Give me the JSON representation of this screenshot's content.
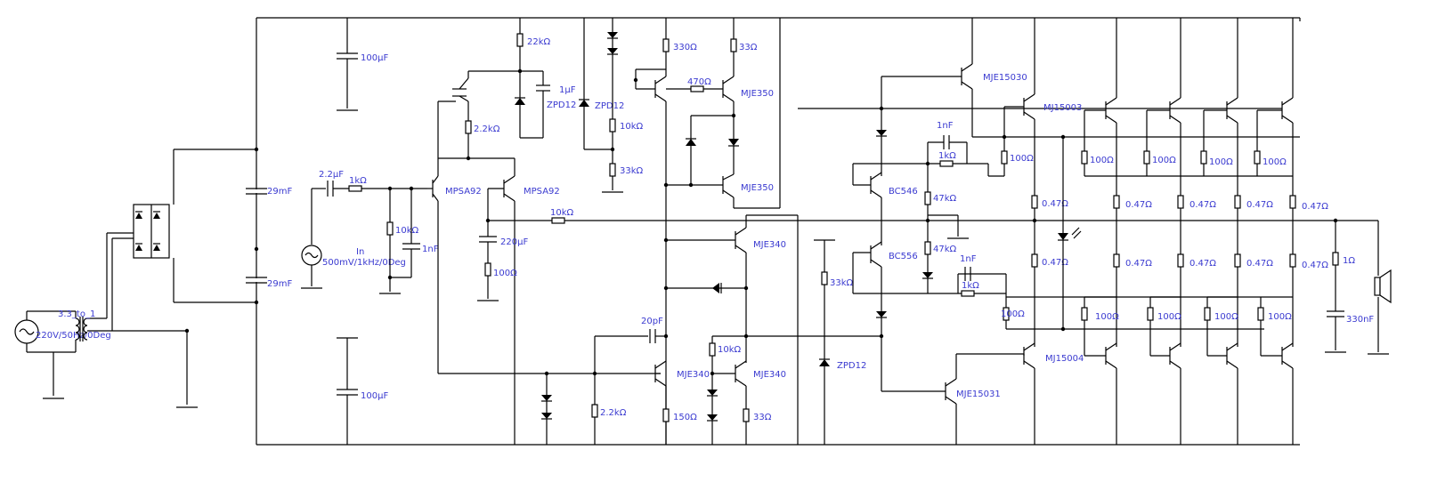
{
  "colors": {
    "label": "#3a3ad0",
    "wire": "#000000",
    "background": "#ffffff"
  },
  "labels": {
    "src_mains": "220V/50Hz/0Deg",
    "transformer": "3.3_to_1",
    "c_filter_top": "29mF",
    "c_filter_bot": "29mF",
    "c_dec_top": "100µF",
    "c_dec_bot": "100µF",
    "src_in_name": "In",
    "src_in_value": "500mV/1kHz/0Deg",
    "c_in": "2.2µF",
    "r_in": "1kΩ",
    "r_in_bias": "10kΩ",
    "c_in_filt": "1nF",
    "q_ltp1": "MPSA92",
    "q_ltp2": "MPSA92",
    "r_fb": "10kΩ",
    "c_fb": "220µF",
    "r_fb_gnd": "100Ω",
    "r_ccs_top": "22kΩ",
    "c_ccs": "1µF",
    "z_ccs": "ZPD12",
    "r_ccs_emit": "2.2kΩ",
    "z_vas": "ZPD12",
    "r_zdiv1": "10kΩ",
    "r_zdiv2": "33kΩ",
    "r_cm1": "330Ω",
    "r_cm2": "33Ω",
    "r_cm_link": "470Ω",
    "q_mje350a": "MJE350",
    "q_mje350b": "MJE350",
    "q_mje340a": "MJE340",
    "q_mje340b": "MJE340",
    "q_mje340c": "MJE340",
    "c_miller": "20pF",
    "r_vas_emit": "2.2kΩ",
    "r_vas_e2": "150Ω",
    "r_low_cm1": "10kΩ",
    "r_low_cm2": "33Ω",
    "r_zener_feed": "33kΩ",
    "z_low": "ZPD12",
    "q_driver_p": "MJE15030",
    "q_driver_n": "MJE15031",
    "q_bc546": "BC546",
    "q_bc556": "BC556",
    "c_top_1n": "1nF",
    "r_top_1k": "1kΩ",
    "r_top_47k": "47kΩ",
    "r_bot_47k": "47kΩ",
    "c_bot_1n": "1nF",
    "r_bot_1k": "1kΩ",
    "r_base_top": "100Ω",
    "r_base_bot": "100Ω",
    "q_out_top": "MJ15003",
    "q_out_bot": "MJ15004",
    "r_emitter": "0.47Ω",
    "r_base": "100Ω",
    "r_zobel": "1Ω",
    "c_zobel": "330nF"
  }
}
